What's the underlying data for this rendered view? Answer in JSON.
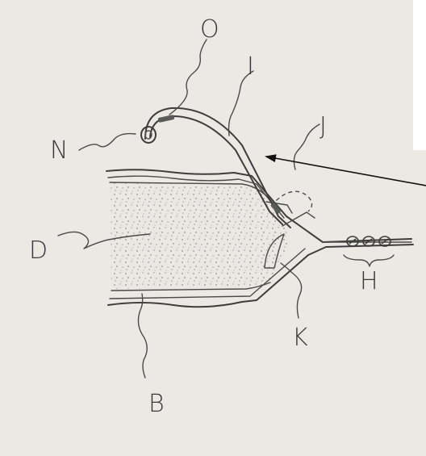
{
  "labels": {
    "o": "O",
    "i": "I",
    "n": "N",
    "j": "J",
    "d": "D",
    "h": "H",
    "k": "K",
    "b": "B"
  }
}
